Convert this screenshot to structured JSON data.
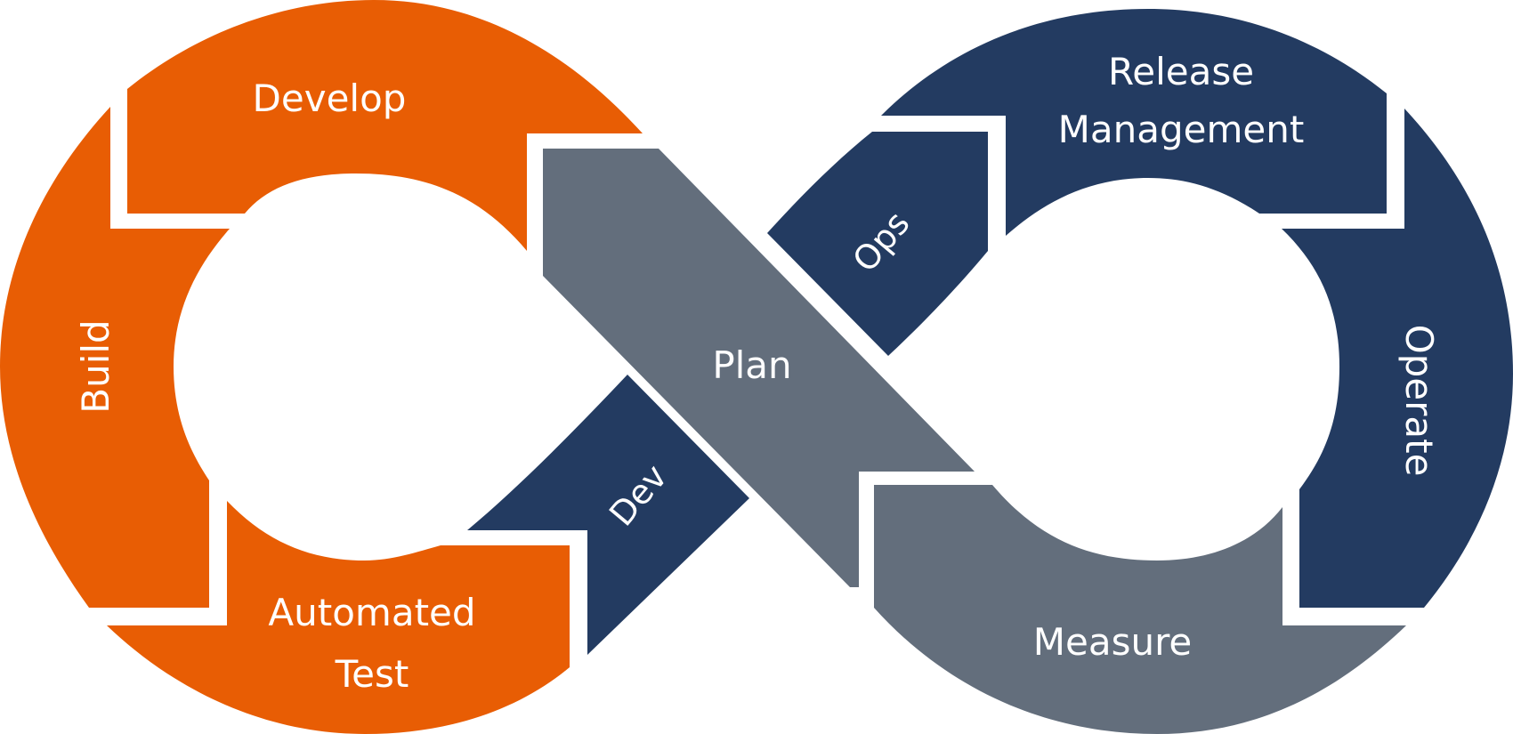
{
  "diagram": {
    "type": "devops-infinity-loop",
    "colors": {
      "dev": "#E85D04",
      "ops": "#233B61",
      "plan": "#636E7C",
      "background": "#FFFFFF",
      "text": "#FFFFFF"
    },
    "segments": {
      "develop": {
        "label": "Develop",
        "group": "dev"
      },
      "build": {
        "label": "Build",
        "group": "dev"
      },
      "automated_test": {
        "line1": "Automated",
        "line2": "Test",
        "group": "dev"
      },
      "dev_arrow": {
        "label": "Dev",
        "group": "ops"
      },
      "plan": {
        "label": "Plan",
        "group": "plan"
      },
      "ops_arrow": {
        "label": "Ops",
        "group": "ops"
      },
      "release_management": {
        "line1": "Release",
        "line2": "Management",
        "group": "ops"
      },
      "operate": {
        "label": "Operate",
        "group": "ops"
      },
      "measure": {
        "label": "Measure",
        "group": "plan"
      }
    }
  }
}
